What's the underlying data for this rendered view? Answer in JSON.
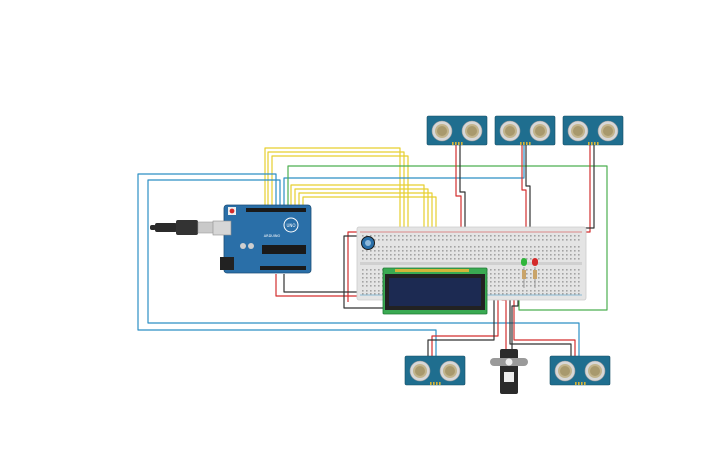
{
  "diagram": {
    "components": [
      {
        "id": "arduino",
        "kind": "arduino-uno",
        "labels": [
          "UNO",
          "ARDUINO"
        ]
      },
      {
        "id": "usb-cable",
        "kind": "usb-cable"
      },
      {
        "id": "breadboard",
        "kind": "breadboard"
      },
      {
        "id": "lcd",
        "kind": "lcd-16x2"
      },
      {
        "id": "potentiometer",
        "kind": "potentiometer"
      },
      {
        "id": "led-green",
        "kind": "led",
        "color": "#2fb63b"
      },
      {
        "id": "led-red",
        "kind": "led",
        "color": "#d42a2a"
      },
      {
        "id": "servo",
        "kind": "servo-motor"
      },
      {
        "id": "ultrasonic-1",
        "kind": "ultrasonic-sensor"
      },
      {
        "id": "ultrasonic-2",
        "kind": "ultrasonic-sensor"
      },
      {
        "id": "ultrasonic-3",
        "kind": "ultrasonic-sensor"
      },
      {
        "id": "ultrasonic-4",
        "kind": "ultrasonic-sensor"
      },
      {
        "id": "ultrasonic-5",
        "kind": "ultrasonic-sensor"
      }
    ],
    "wire_colors": {
      "signal_yellow": "#e6cf2e",
      "signal_blue": "#2c8fc4",
      "signal_green": "#4caf50",
      "power_red": "#d32f2f",
      "ground_black": "#333333"
    },
    "board_color": "#2a6fa8",
    "sensor_color": "#1f6e8f"
  }
}
